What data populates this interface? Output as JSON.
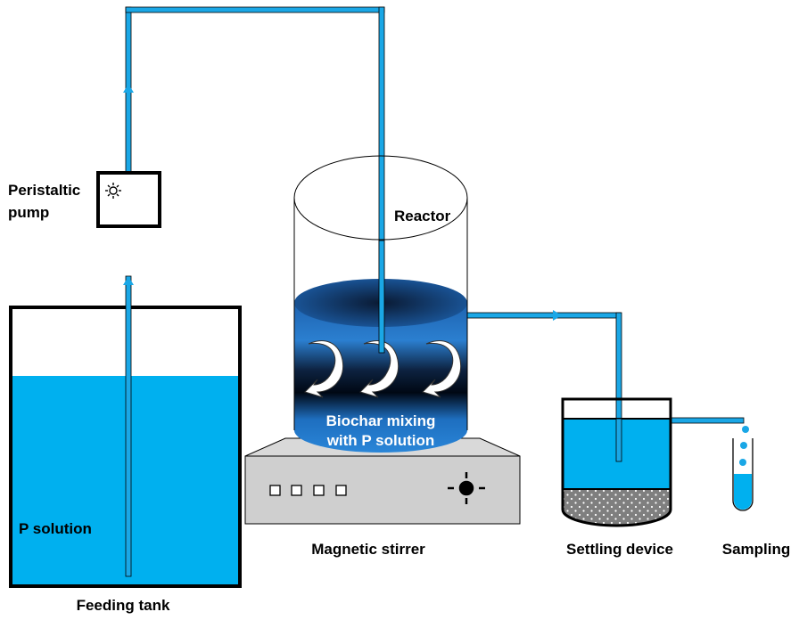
{
  "labels": {
    "peristaltic_line1": "Peristaltic",
    "peristaltic_line2": "pump",
    "reactor": "Reactor",
    "biochar_line1": "Biochar mixing",
    "biochar_line2": "with P solution",
    "p_solution": "P solution",
    "feeding_tank": "Feeding tank",
    "magnetic_stirrer": "Magnetic stirrer",
    "settling_device": "Settling device",
    "sampling": "Sampling"
  },
  "colors": {
    "tube": "#1aa7e6",
    "liquid": "#00b0ef",
    "reactor_dark": "#0a2a55",
    "reactor_mid": "#1e6fc0",
    "stirrer_body": "#cfcfcf",
    "sediment": "#7f7f7f",
    "outline": "#000000"
  }
}
